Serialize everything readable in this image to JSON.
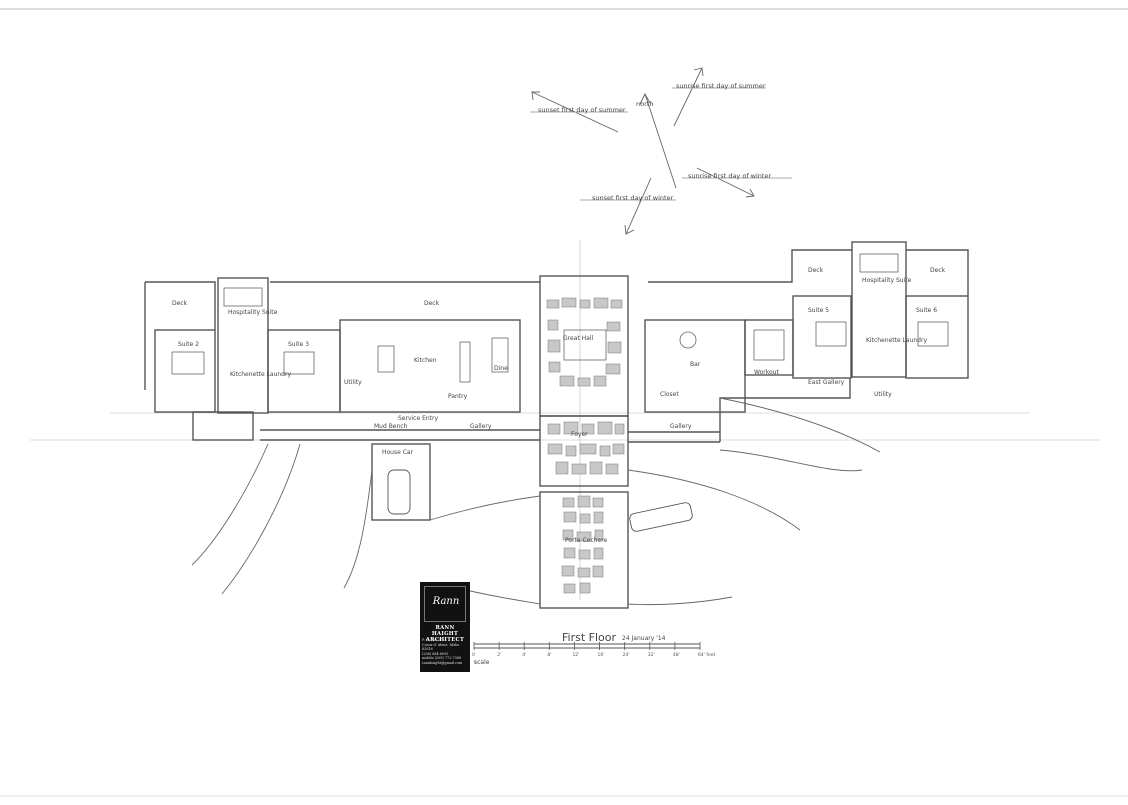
{
  "sheet": {
    "title": "First Floor",
    "date": "24 January '14",
    "scale_word": "scale",
    "scale_ticks": [
      "0",
      "2'",
      "4'",
      "8'",
      "12'",
      "16'",
      "24'",
      "32'",
      "48'",
      "64' feet"
    ]
  },
  "sun_arrows": {
    "north": "north",
    "sunset_summer": "sunset first day of summer",
    "sunrise_summer": "sunrise first day of summer",
    "sunrise_winter": "sunrise first day of winter",
    "sunset_winter": "sunset first day of winter"
  },
  "rooms": {
    "deck_west": "Deck",
    "deck_center": "Deck",
    "deck_east_1": "Deck",
    "deck_east_2": "Deck",
    "hospitality_west": "Hospitality Suite",
    "kitchenette_west": "Kitchenette Laundry",
    "suite_2": "Suite 2",
    "suite_3": "Suite 3",
    "kitchen": "Kitchen",
    "dine": "Dine",
    "utility": "Utility",
    "pantry": "Pantry",
    "service_entry": "Service Entry",
    "mud_bench": "Mud Bench",
    "gallery_west": "Gallery",
    "house_car": "House Car",
    "great_hall": "Great Hall",
    "foyer": "Foyer",
    "porte_cochere": "Porte Cochere",
    "bar": "Bar",
    "closet": "Closet",
    "workout": "Workout",
    "gallery_east": "Gallery",
    "suite_5": "Suite 5",
    "suite_6": "Suite 6",
    "kitchenette_east": "Kitchenette Laundry",
    "east_gallery": "East Gallery",
    "hospitality_east": "Hospitality Suite",
    "utility_east": "Utility"
  },
  "title_block": {
    "logo": "Rann",
    "name_1": "RANN HAIGHT",
    "name_2": "ARCHITECT",
    "address_1": "P. O. Box 2752",
    "address_2": "Coeur d' Alene, Idaho",
    "address_3": "83816",
    "phone_1": "(208) 664-6095",
    "phone_2": "mobile (208) 772-7368",
    "email": "rannhaight@gmail.com"
  },
  "colors": {
    "ink": "#555555",
    "paper": "#ffffff",
    "title_block": "#111111"
  }
}
